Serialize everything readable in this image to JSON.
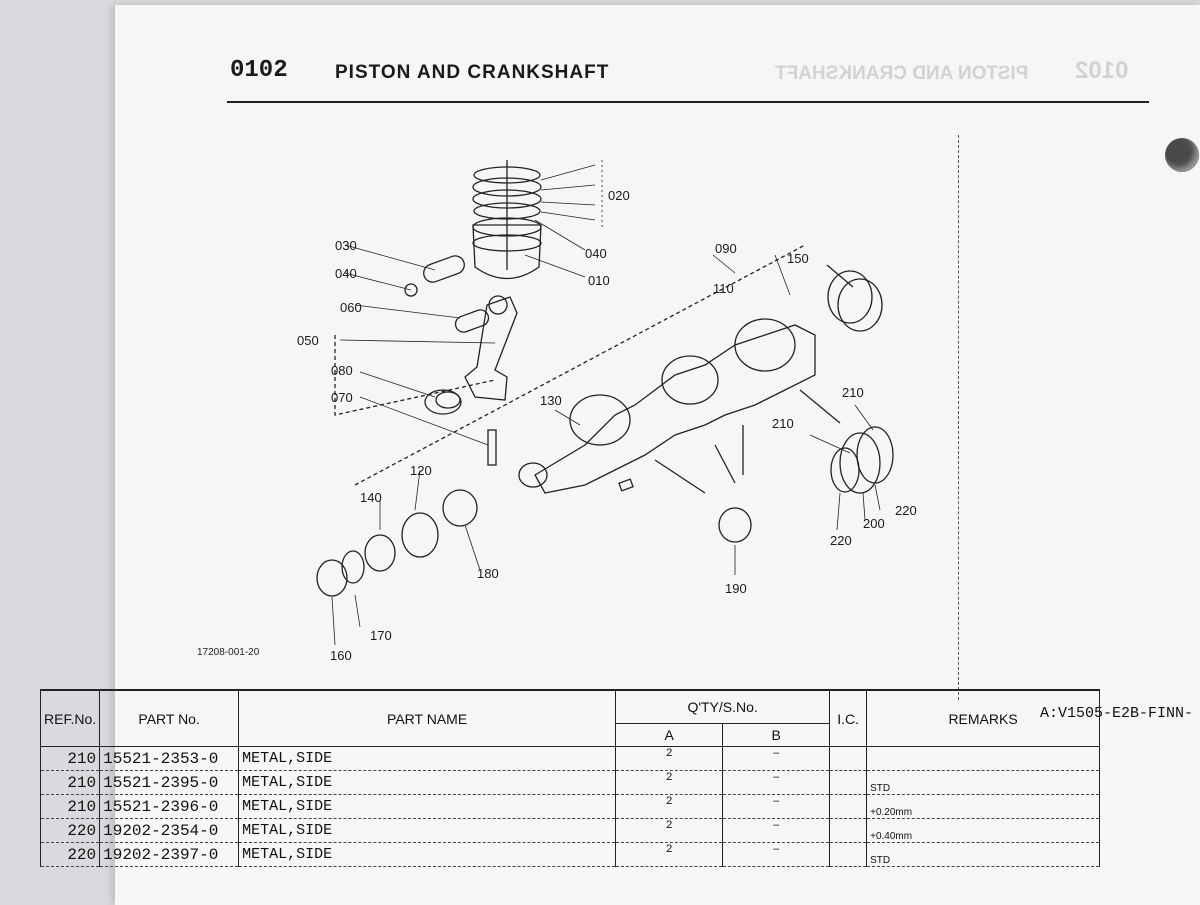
{
  "header": {
    "code": "0102",
    "title": "PISTON AND CRANKSHAFT",
    "ghost_title": "PISTON AND CRANKSHAFT",
    "ghost_code": "0102"
  },
  "diagram": {
    "figure_code": "17208-001-20",
    "labels": [
      "020",
      "030",
      "040",
      "040",
      "010",
      "050",
      "060",
      "080",
      "070",
      "090",
      "110",
      "150",
      "130",
      "120",
      "140",
      "180",
      "160",
      "170",
      "190",
      "210",
      "210",
      "220",
      "200",
      "220"
    ]
  },
  "table": {
    "model": "A:V1505-E2B-FINN-",
    "headers": {
      "ref": "REF.No.",
      "part_no": "PART No.",
      "part_name": "PART NAME",
      "qty": "Q'TY/S.No.",
      "qty_a": "A",
      "qty_b": "B",
      "ic": "I.C.",
      "remarks": "REMARKS"
    },
    "rows": [
      {
        "ref": "210",
        "part_no": "15521-2353-0",
        "name": "METAL,SIDE",
        "a": "2",
        "b": "–",
        "remarks": ""
      },
      {
        "ref": "210",
        "part_no": "15521-2395-0",
        "name": "METAL,SIDE",
        "a": "2",
        "b": "–",
        "remarks": "STD"
      },
      {
        "ref": "210",
        "part_no": "15521-2396-0",
        "name": "METAL,SIDE",
        "a": "2",
        "b": "–",
        "remarks": "+0.20mm"
      },
      {
        "ref": "220",
        "part_no": "19202-2354-0",
        "name": "METAL,SIDE",
        "a": "2",
        "b": "–",
        "remarks": "+0.40mm"
      },
      {
        "ref": "220",
        "part_no": "19202-2397-0",
        "name": "METAL,SIDE",
        "a": "2",
        "b": "–",
        "remarks": "STD"
      }
    ]
  }
}
